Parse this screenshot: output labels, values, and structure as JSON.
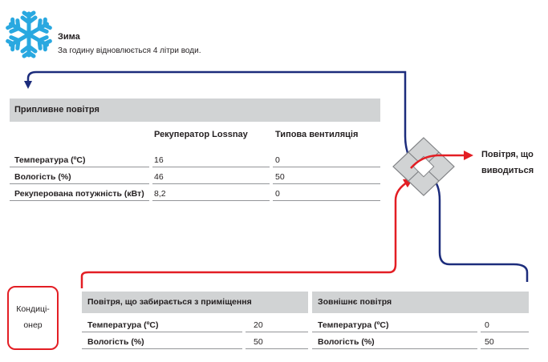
{
  "colors": {
    "snowflake": "#29a8e0",
    "supply_arrow": "#1c2c7c",
    "extract_arrow": "#e31e24",
    "table_header_bg": "#d1d3d4",
    "heat_exchanger": "#d1d3d4"
  },
  "icons": {
    "season": "snowflake-icon"
  },
  "header": {
    "season": "Зима",
    "note": "За годину відновлюється 4 літри води."
  },
  "supply_table": {
    "title": "Припливне повітря",
    "columns": [
      "Рекуператор Lossnay",
      "Типова вентиляція"
    ],
    "rows": [
      {
        "label": "Температура (ºC)",
        "values": [
          "16",
          "0"
        ]
      },
      {
        "label": "Вологість (%)",
        "values": [
          "46",
          "50"
        ]
      },
      {
        "label": "Рекуперована потужність (кВт)",
        "values": [
          "8,2",
          "0"
        ]
      }
    ]
  },
  "exhaust": {
    "label_line1": "Повітря, що",
    "label_line2": "виводиться"
  },
  "conditioner": {
    "line1": "Кондиці-",
    "line2": "онер"
  },
  "room_table": {
    "title": "Повітря, що забирається з приміщення",
    "rows": [
      {
        "label": "Температура (ºC)",
        "value": "20"
      },
      {
        "label": "Вологість (%)",
        "value": "50"
      }
    ]
  },
  "outdoor_table": {
    "title": "Зовнішнє повітря",
    "rows": [
      {
        "label": "Температура (ºC)",
        "value": "0"
      },
      {
        "label": "Вологість (%)",
        "value": "50"
      }
    ]
  }
}
